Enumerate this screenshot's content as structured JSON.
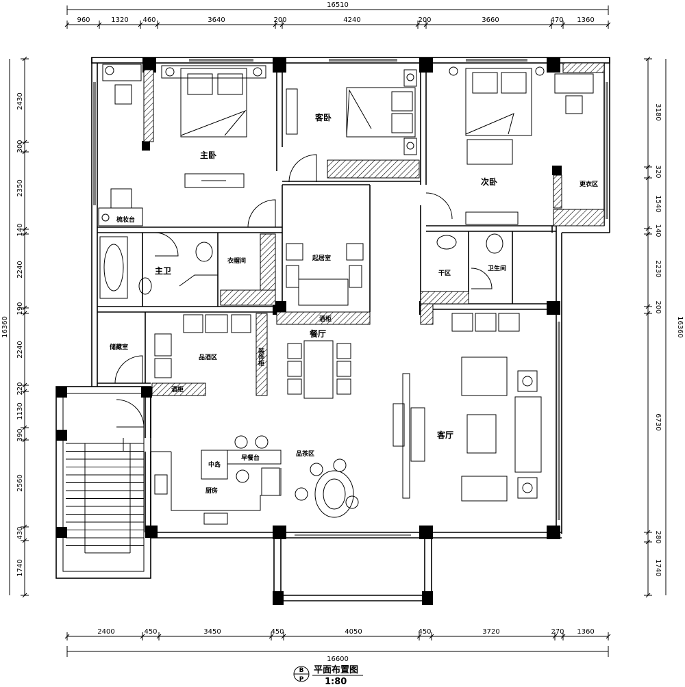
{
  "dimensions": {
    "top_total": "16510",
    "top_segments": [
      "960",
      "1320",
      "460",
      "3640",
      "200",
      "4240",
      "200",
      "3660",
      "470",
      "1360"
    ],
    "bottom_total": "16600",
    "bottom_segments": [
      "2400",
      "450",
      "3450",
      "450",
      "4050",
      "450",
      "3720",
      "270",
      "1360"
    ],
    "left_total": "16360",
    "left_segments": [
      "2430",
      "300",
      "2350",
      "140",
      "2240",
      "190",
      "2240",
      "220",
      "1130",
      "390",
      "2560",
      "430",
      "1740"
    ],
    "right_total": "16360",
    "right_segments": [
      "3180",
      "320",
      "1540",
      "140",
      "2230",
      "200",
      "6730",
      "280",
      "1740"
    ]
  },
  "rooms": {
    "master_bedroom": "主卧",
    "guest_bedroom": "客卧",
    "second_bedroom": "次卧",
    "dressing_table": "梳妆台",
    "master_bath": "主卫",
    "cloakroom": "衣帽间",
    "living_room_small": "起居室",
    "dry_area": "干区",
    "toilet": "卫生间",
    "wardrobe_area": "更衣区",
    "storage": "储藏室",
    "wine_tasting": "品酒区",
    "wine_cabinet": "酒柜",
    "display_cabinet": "装饰柜",
    "wine_cabinet_2": "酒柜",
    "dining": "餐厅",
    "island": "中岛",
    "bar_counter": "早餐台",
    "kitchen": "厨房",
    "tea_area": "品茶区",
    "living_room": "客厅"
  },
  "title": {
    "symbol_top": "B",
    "symbol_bottom": "P",
    "name": "平面布置图",
    "scale": "1:80"
  }
}
